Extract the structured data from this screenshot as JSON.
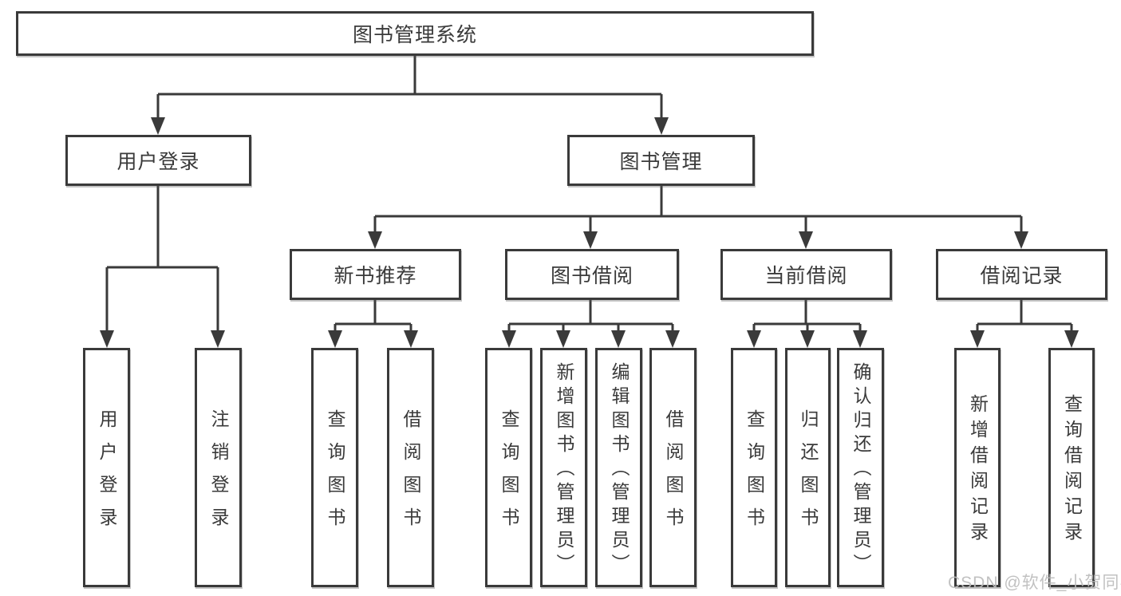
{
  "diagram_title": "图书管理系统",
  "nodes": {
    "root": "图书管理系统",
    "level2": [
      "用户登录",
      "图书管理"
    ],
    "level3": [
      "新书推荐",
      "图书借阅",
      "当前借阅",
      "借阅记录"
    ],
    "leaves": {
      "user_login": [
        "用户登录",
        "注销登录"
      ],
      "new_books": [
        "查询图书",
        "借阅图书"
      ],
      "book_borrow": [
        "查询图书",
        "新增图书（管理员）",
        "编辑图书（管理员）",
        "借阅图书"
      ],
      "current_borrow": [
        "查询图书",
        "归还图书",
        "确认归还（管理员）"
      ],
      "borrow_records": [
        "新增借阅记录",
        "查询借阅记录"
      ]
    }
  },
  "watermark": "CSDN @软件_小贺同学",
  "colors": {
    "line": "#3a3a3a",
    "text": "#3a3a3a",
    "watermark": "#bcbcbc",
    "bg": "#ffffff"
  }
}
